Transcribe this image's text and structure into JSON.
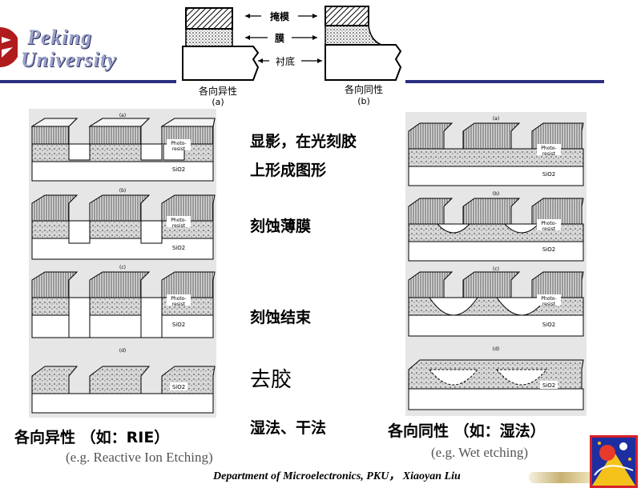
{
  "logo": {
    "line1": "Peking",
    "line2": "University"
  },
  "top_figure": {
    "labels": {
      "mask": "掩模",
      "film": "膜",
      "substrate": "衬底"
    },
    "left_caption": "各向异性",
    "left_tag": "(a)",
    "right_caption": "各向同性",
    "right_tag": "(b)"
  },
  "panel_tags": [
    "(a)",
    "(b)",
    "(c)",
    "(d)"
  ],
  "material_labels": {
    "photoresist_1": "Photo-",
    "photoresist_2": "resist",
    "oxide": "SiO2"
  },
  "steps": {
    "step1_line1": "显影，在光刻胶",
    "step1_line2": "上形成图形",
    "step2": "刻蚀薄膜",
    "step3": "刻蚀结束",
    "step4": "去胶",
    "methods": "湿法、干法"
  },
  "bottom": {
    "left_label": "各向异性 （如：RIE）",
    "left_sub": "(e.g. Reactive Ion Etching)",
    "right_label": "各向同性 （如：湿法）",
    "right_sub": "(e.g. Wet etching)"
  },
  "footer": "Department of Microelectronics, PKU， Xiaoyan Liu",
  "colors": {
    "accent_line": "#2a2f80",
    "logo_red": "#b01c1c"
  }
}
